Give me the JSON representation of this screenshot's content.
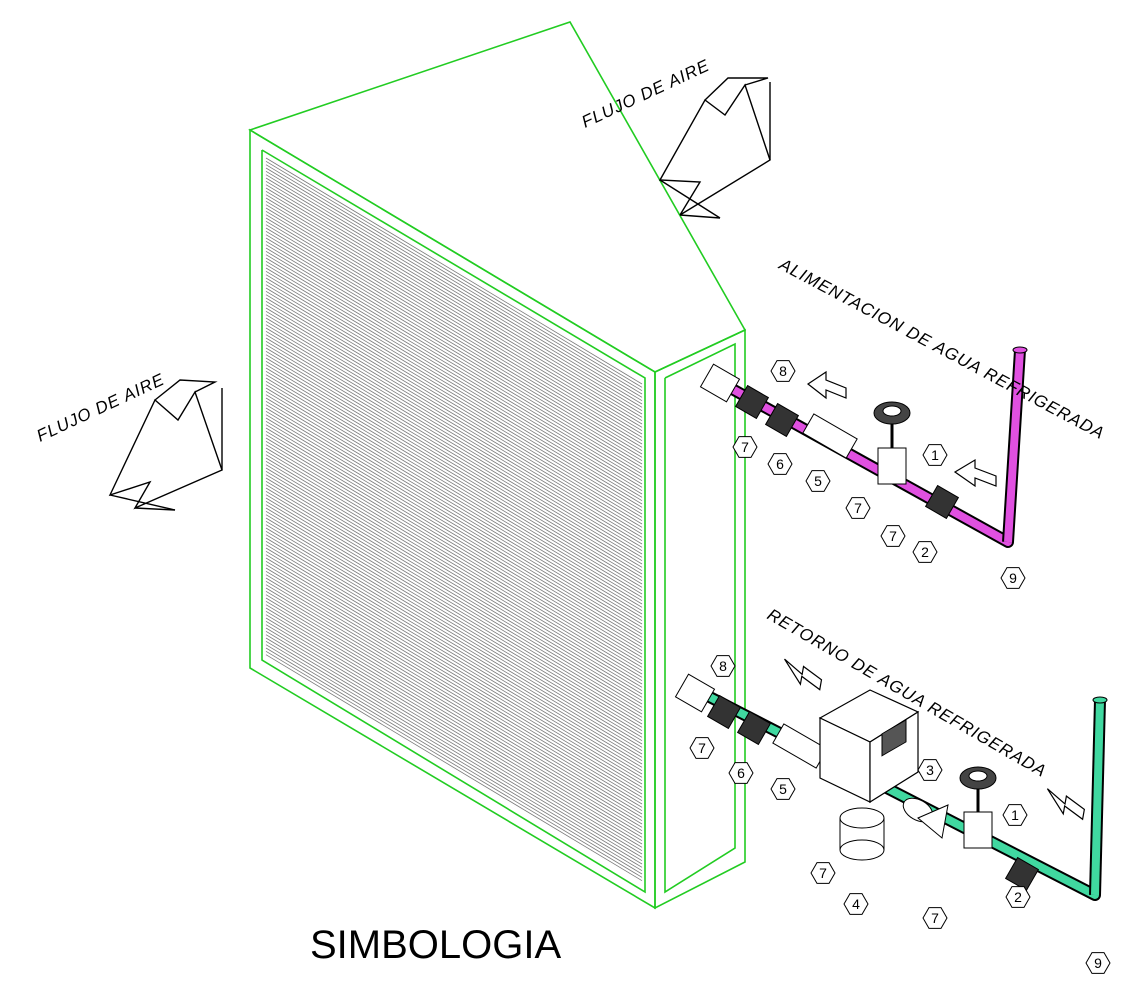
{
  "labels": {
    "airflow_top": "FLUJO DE AIRE",
    "airflow_left": "FLUJO DE AIRE",
    "supply": "ALIMENTACION DE AGUA REFRIGERADA",
    "return": "RETORNO DE AGUA REFRIGERADA",
    "title": "SIMBOLOGIA"
  },
  "supply_markers": [
    "8",
    "7",
    "6",
    "5",
    "7",
    "1",
    "7",
    "2",
    "9"
  ],
  "return_markers": [
    "8",
    "7",
    "6",
    "5",
    "7",
    "4",
    "3",
    "7",
    "1",
    "2",
    "9"
  ],
  "colors": {
    "frame": "#22cc22",
    "supply_pipe": "#e050e0",
    "return_pipe": "#40d8a0",
    "line": "#000000"
  }
}
